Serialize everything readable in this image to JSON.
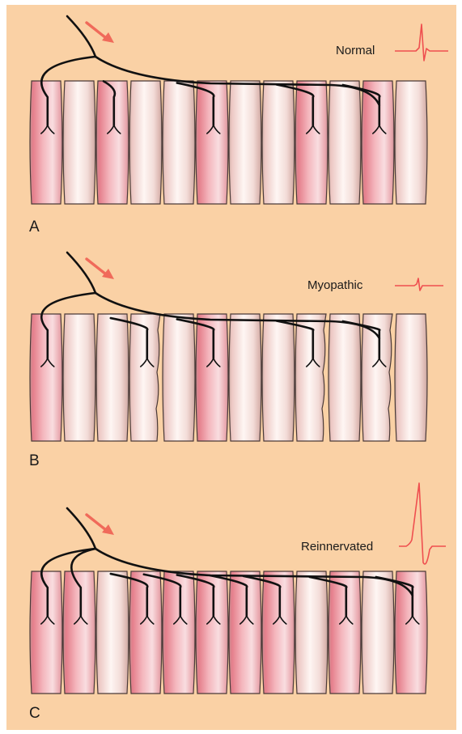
{
  "figure": {
    "background_color": "#fad1a5",
    "fiber_fill_color": "#fdf0ec",
    "fiber_affected_color": "#e8868f",
    "nerve_color": "#111111",
    "arrow_color": "#f06a5a",
    "trace_color": "#ef4f4f",
    "panels": [
      {
        "id": "A",
        "letter": "A",
        "trace_label": "Normal",
        "innervated_fibers": [
          1,
          3,
          6,
          9,
          11
        ],
        "wavy_fibers": []
      },
      {
        "id": "B",
        "letter": "B",
        "trace_label": "Myopathic",
        "innervated_fibers": [
          1,
          4,
          6,
          9,
          11
        ],
        "wavy_fibers": [
          4,
          9,
          11
        ]
      },
      {
        "id": "C",
        "letter": "C",
        "trace_label": "Reinnervated",
        "innervated_fibers": [
          1,
          2,
          4,
          5,
          6,
          7,
          8,
          10,
          12
        ],
        "wavy_fibers": []
      }
    ]
  }
}
